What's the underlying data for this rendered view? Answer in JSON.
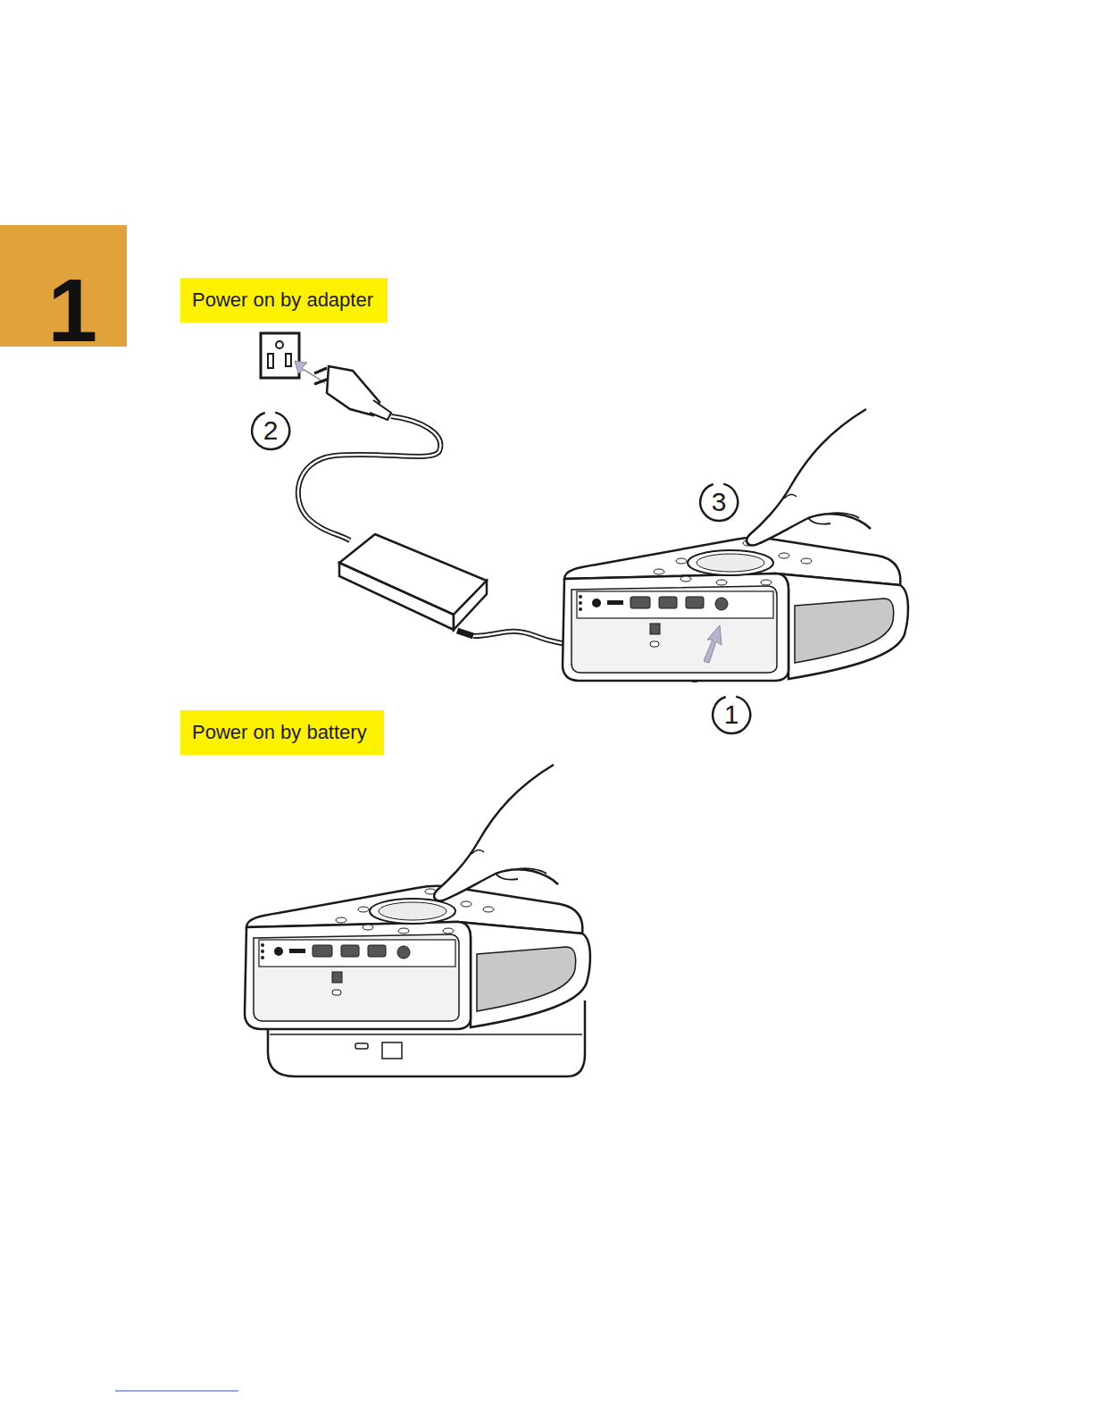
{
  "diagram": {
    "nodes": [
      {
        "text": [
          "1"
        ]
      },
      {
        "text": [
          "Power on by adapter"
        ]
      },
      {
        "text": [
          "2"
        ]
      },
      {
        "text": [
          "3"
        ]
      },
      {
        "text": [
          "1"
        ]
      },
      {
        "text": [
          "Power on by battery"
        ]
      }
    ]
  }
}
